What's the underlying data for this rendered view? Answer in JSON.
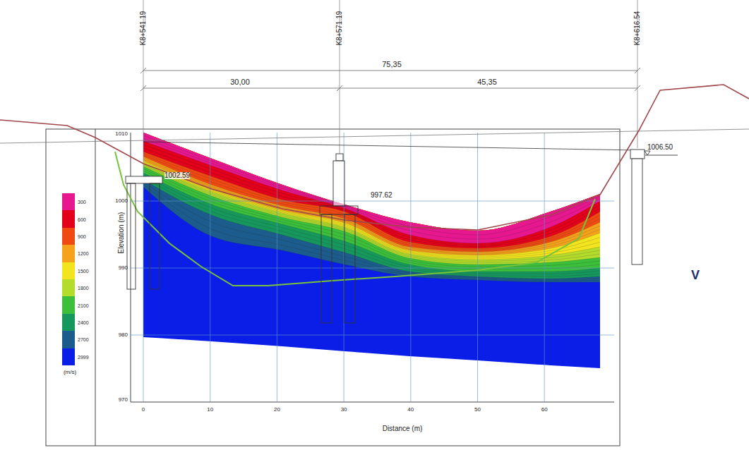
{
  "diagram": {
    "labels": [
      "K8+541.19",
      "K8+571.19",
      "K8+616.54",
      "75,35",
      "30,00",
      "45,35",
      "1002.59",
      "997.62",
      "1006.50",
      "V",
      "Elevation (m)",
      "Distance (m)",
      "1010",
      "1000",
      "990",
      "980",
      "970",
      "0",
      "10",
      "20",
      "30",
      "40",
      "50",
      "60",
      "(m/s)"
    ],
    "legend": [
      {
        "text": "300",
        "color": "#e6178f"
      },
      {
        "text": "600",
        "color": "#e3001b"
      },
      {
        "text": "900",
        "color": "#ef4a12"
      },
      {
        "text": "1200",
        "color": "#f5a21c"
      },
      {
        "text": "1500",
        "color": "#f2e41e"
      },
      {
        "text": "1800",
        "color": "#b4dc2c"
      },
      {
        "text": "2100",
        "color": "#3cbf3a"
      },
      {
        "text": "2400",
        "color": "#16985c"
      },
      {
        "text": "2700",
        "color": "#1b5c8c"
      },
      {
        "text": "2999",
        "color": "#0a1ee8"
      }
    ]
  }
}
